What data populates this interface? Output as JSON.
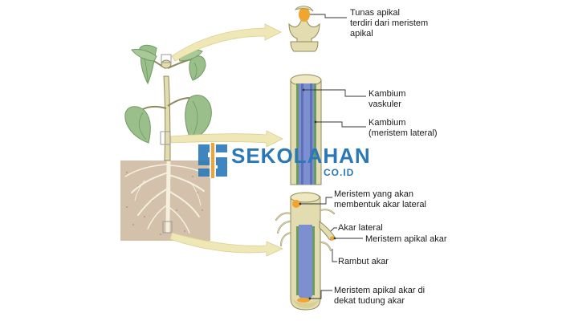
{
  "labels": {
    "apical_bud": [
      "Tunas apikal",
      "terdiri dari meristem",
      "apikal"
    ],
    "vascular_cambium": [
      "Kambium",
      "vaskuler"
    ],
    "lateral_meristem": [
      "Kambium",
      "(meristem lateral)"
    ],
    "lateral_root_meristem": [
      "Meristem yang akan",
      "membentuk akar lateral"
    ],
    "lateral_root": [
      "Akar lateral"
    ],
    "root_apical_meristem": [
      "Meristem apikal akar"
    ],
    "root_hair": [
      "Rambut akar"
    ],
    "root_cap_meristem": [
      "Meristem apikal akar di",
      "dekat tudung akar"
    ]
  },
  "watermark": {
    "name": "SEKOLAHAN",
    "tld": "CO.ID"
  },
  "colors": {
    "plant_stem": "#e3dcb0",
    "plant_outline": "#8f8a5c",
    "leaf": "#9bbf8a",
    "leaf_dark": "#6f9a63",
    "soil": "#c9b29a",
    "vascular_blue": "#7c8fd0",
    "vascular_green": "#6a9a5e",
    "meristem": "#f0a530",
    "arrow": "#efe7b5",
    "watermark": "#2a78b8"
  }
}
